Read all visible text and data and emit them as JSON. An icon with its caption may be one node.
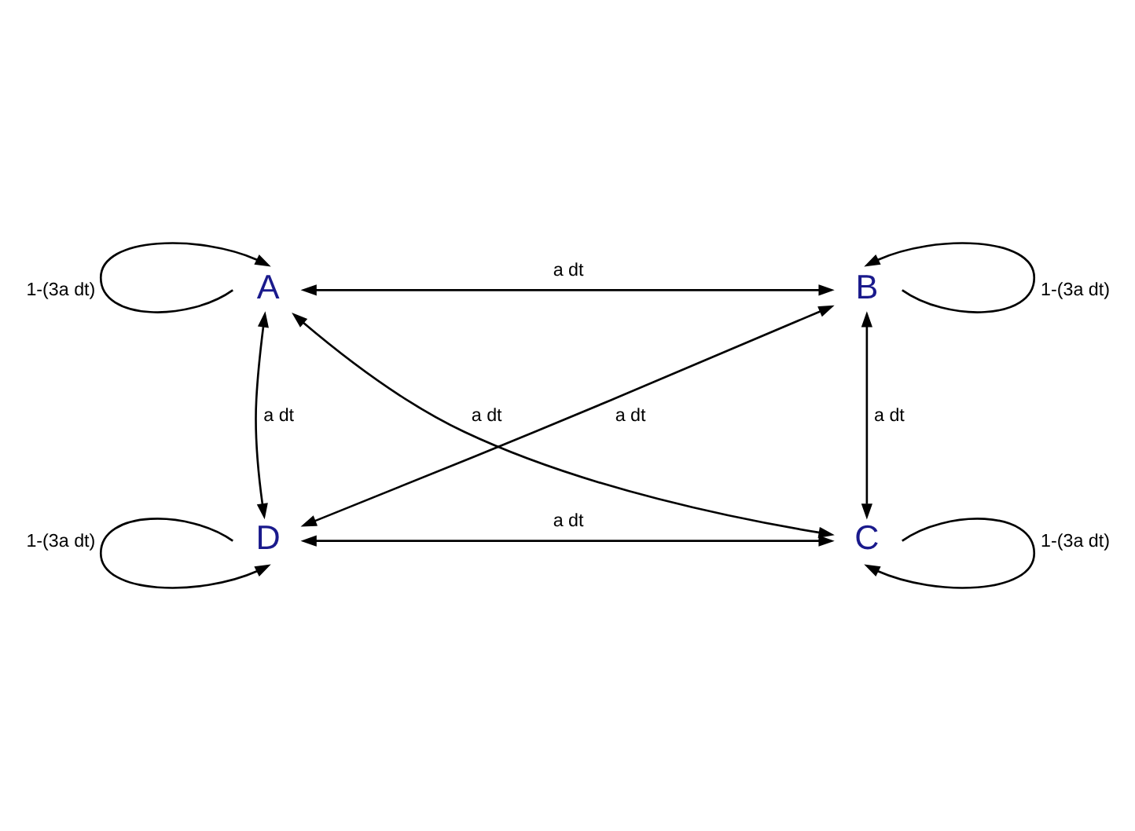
{
  "diagram": {
    "nodes": [
      {
        "text": [
          "A"
        ]
      },
      {
        "text": [
          "B"
        ]
      },
      {
        "text": [
          "C"
        ]
      },
      {
        "text": [
          "D"
        ]
      }
    ],
    "edges": [
      {
        "from": 0,
        "to": 0,
        "arrow": "to",
        "label": "1-(3a dt)"
      },
      {
        "from": 1,
        "to": 1,
        "arrow": "to",
        "label": "1-(3a dt)"
      },
      {
        "from": 0,
        "to": 1,
        "arrow": "both",
        "label": "a dt"
      },
      {
        "from": 0,
        "to": 2,
        "arrow": "both",
        "label": "a dt"
      },
      {
        "from": 1,
        "to": 3,
        "arrow": "both",
        "label": "a dt"
      },
      {
        "from": 0,
        "to": 3,
        "arrow": "both",
        "label": "a dt"
      },
      {
        "from": 1,
        "to": 2,
        "arrow": "both",
        "label": "a dt"
      },
      {
        "from": 3,
        "to": 2,
        "arrow": "both",
        "label": "a dt"
      },
      {
        "from": 3,
        "to": 3,
        "arrow": "to",
        "label": "1-(3a dt)"
      },
      {
        "from": 2,
        "to": 2,
        "arrow": "to",
        "label": "1-(3a dt)"
      }
    ]
  }
}
